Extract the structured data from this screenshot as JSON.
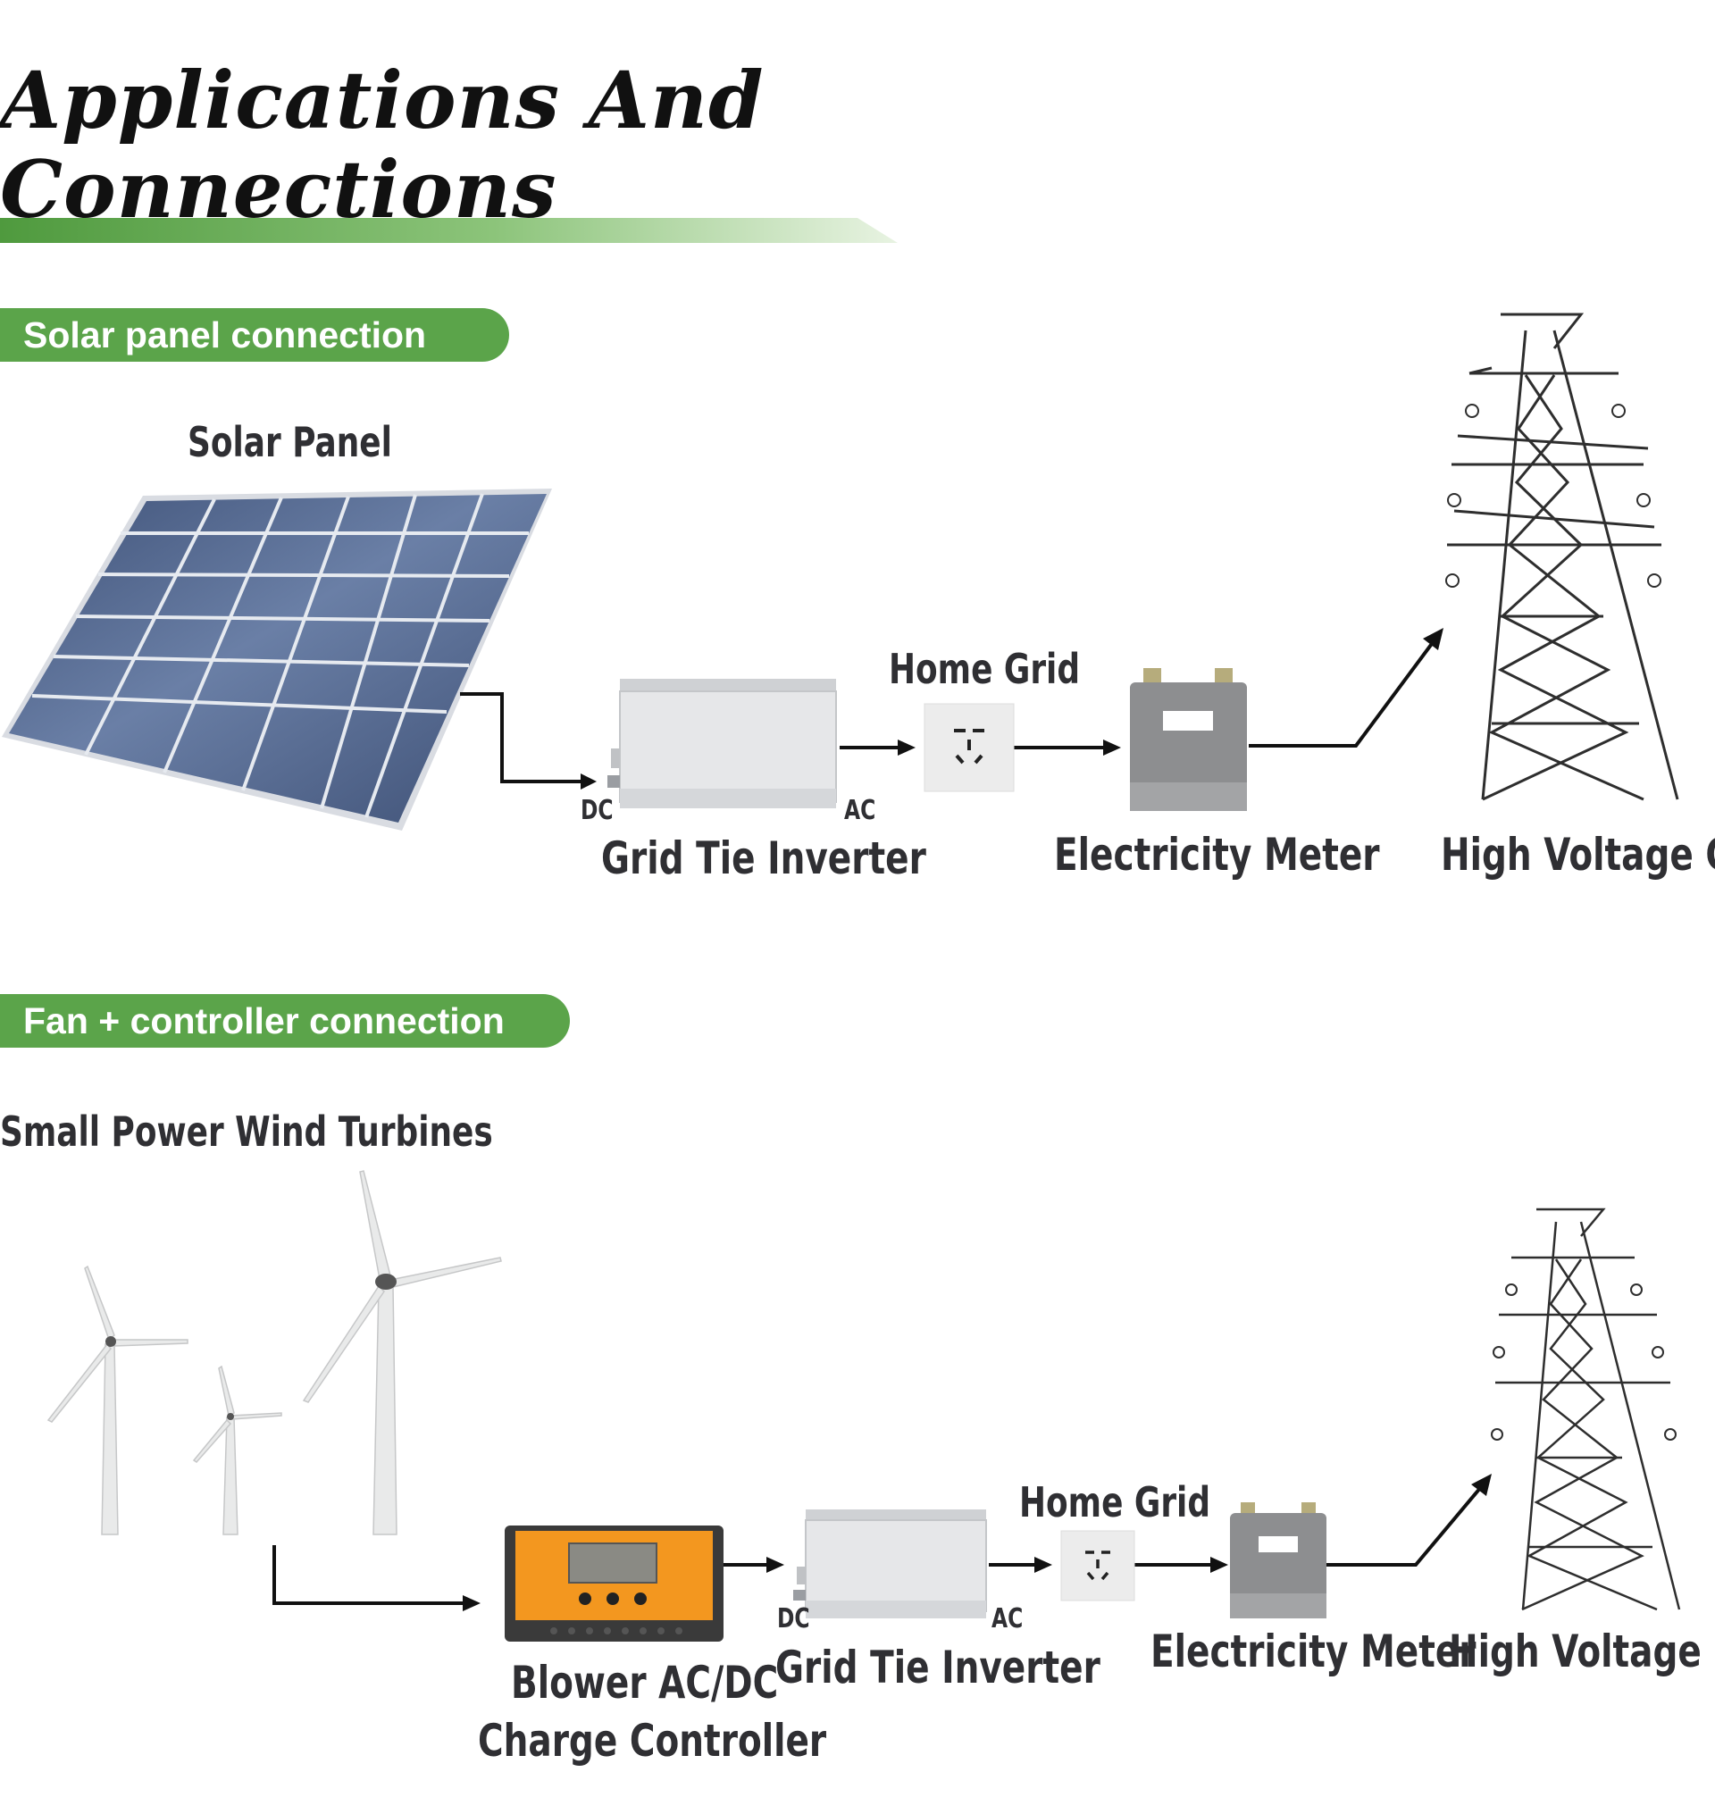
{
  "header": {
    "title_line1": "Applications And",
    "title_line2": "Connections"
  },
  "solar_section": {
    "heading": "Solar panel connection",
    "solar_panel_label": "Solar Panel",
    "dc_label": "DC",
    "ac_label": "AC",
    "inverter_label": "Grid Tie Inverter",
    "home_grid_label": "Home Grid",
    "meter_label": "Electricity Meter",
    "hv_grid_label": "High Voltage Grid"
  },
  "wind_section": {
    "heading": "Fan + controller connection",
    "turbines_label": "Small Power Wind Turbines",
    "controller_label_line1": "Blower AC/DC",
    "controller_label_line2": "Charge Controller",
    "dc_label": "DC",
    "ac_label": "AC",
    "inverter_label": "Grid Tie Inverter",
    "home_grid_label": "Home Grid",
    "meter_label": "Electricity Meter",
    "hv_grid_label": "High Voltage Grid"
  },
  "colors": {
    "accent_green": "#5ba44a",
    "controller_orange": "#f3971f",
    "panel_blue": "#4a5f85"
  }
}
